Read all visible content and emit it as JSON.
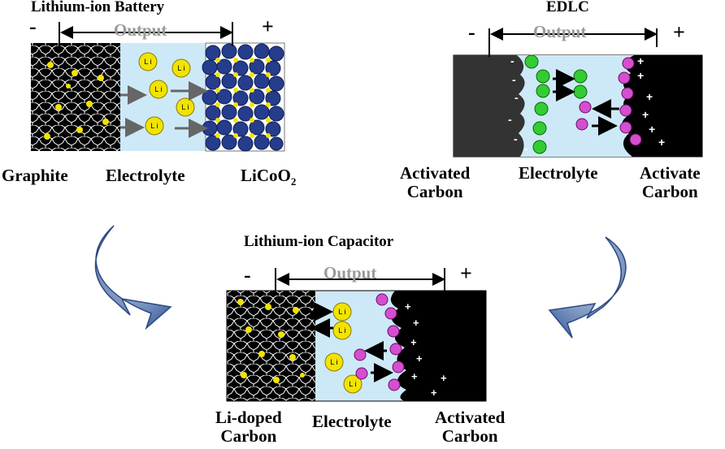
{
  "battery": {
    "title": "Lithium-ion Battery",
    "minus": "-",
    "plus": "+",
    "output": "Output",
    "labels": {
      "anode": "Graphite",
      "electrolyte": "Electrolyte",
      "cathode": "LiCoO",
      "cathode_sub": "2"
    },
    "ion_text": "L i"
  },
  "edlc": {
    "title": "EDLC",
    "minus": "-",
    "plus": "+",
    "output": "Output",
    "labels": {
      "left_1": "Activated",
      "left_2": "Carbon",
      "electrolyte": "Electrolyte",
      "right_1": "Activate",
      "right_2": "Carbon"
    }
  },
  "lic": {
    "title": "Lithium-ion Capacitor",
    "minus": "-",
    "plus": "+",
    "output": "Output",
    "labels": {
      "left_1": "Li-doped",
      "left_2": "Carbon",
      "electrolyte": "Electrolyte",
      "right_1": "Activated",
      "right_2": "Carbon"
    },
    "ion_text": "L i"
  },
  "colors": {
    "electrolyte": "#cde9f7",
    "li_ion": "#f2e300",
    "cation": "#33cc33",
    "anion": "#d44fcf",
    "lico": "#263c8c",
    "arrow_curve": "#4e6fa8"
  }
}
